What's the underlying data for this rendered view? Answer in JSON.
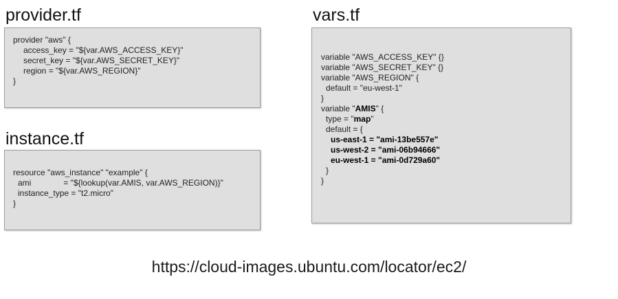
{
  "provider": {
    "title": "provider.tf",
    "lines": [
      "provider \"aws\" {",
      "access_key = \"${var.AWS_ACCESS_KEY}\"",
      "secret_key = \"${var.AWS_SECRET_KEY}\"",
      "region = \"${var.AWS_REGION}\"",
      "}"
    ]
  },
  "instance": {
    "title": "instance.tf",
    "lines": [
      "resource \"aws_instance\" \"example\" {",
      "ami",
      "= \"${lookup(var.AMIS, var.AWS_REGION)}\"",
      "instance_type = \"t2.micro\"",
      "}"
    ]
  },
  "vars": {
    "title": "vars.tf",
    "lines": [
      "variable \"AWS_ACCESS_KEY\" {}",
      "variable \"AWS_SECRET_KEY\" {}",
      "variable \"AWS_REGION\" {",
      "default = \"eu-west-1\"",
      "}",
      "variable \"",
      "AMIS",
      "\" {",
      "type = \"",
      "map",
      "\"",
      "default = {",
      "us-east-1 = \"ami-13be557e\"",
      "us-west-2 = \"ami-06b94666\"",
      "eu-west-1 = \"ami-0d729a60\"",
      "}",
      "}"
    ]
  },
  "footer": {
    "url": "https://cloud-images.ubuntu.com/locator/ec2/"
  }
}
